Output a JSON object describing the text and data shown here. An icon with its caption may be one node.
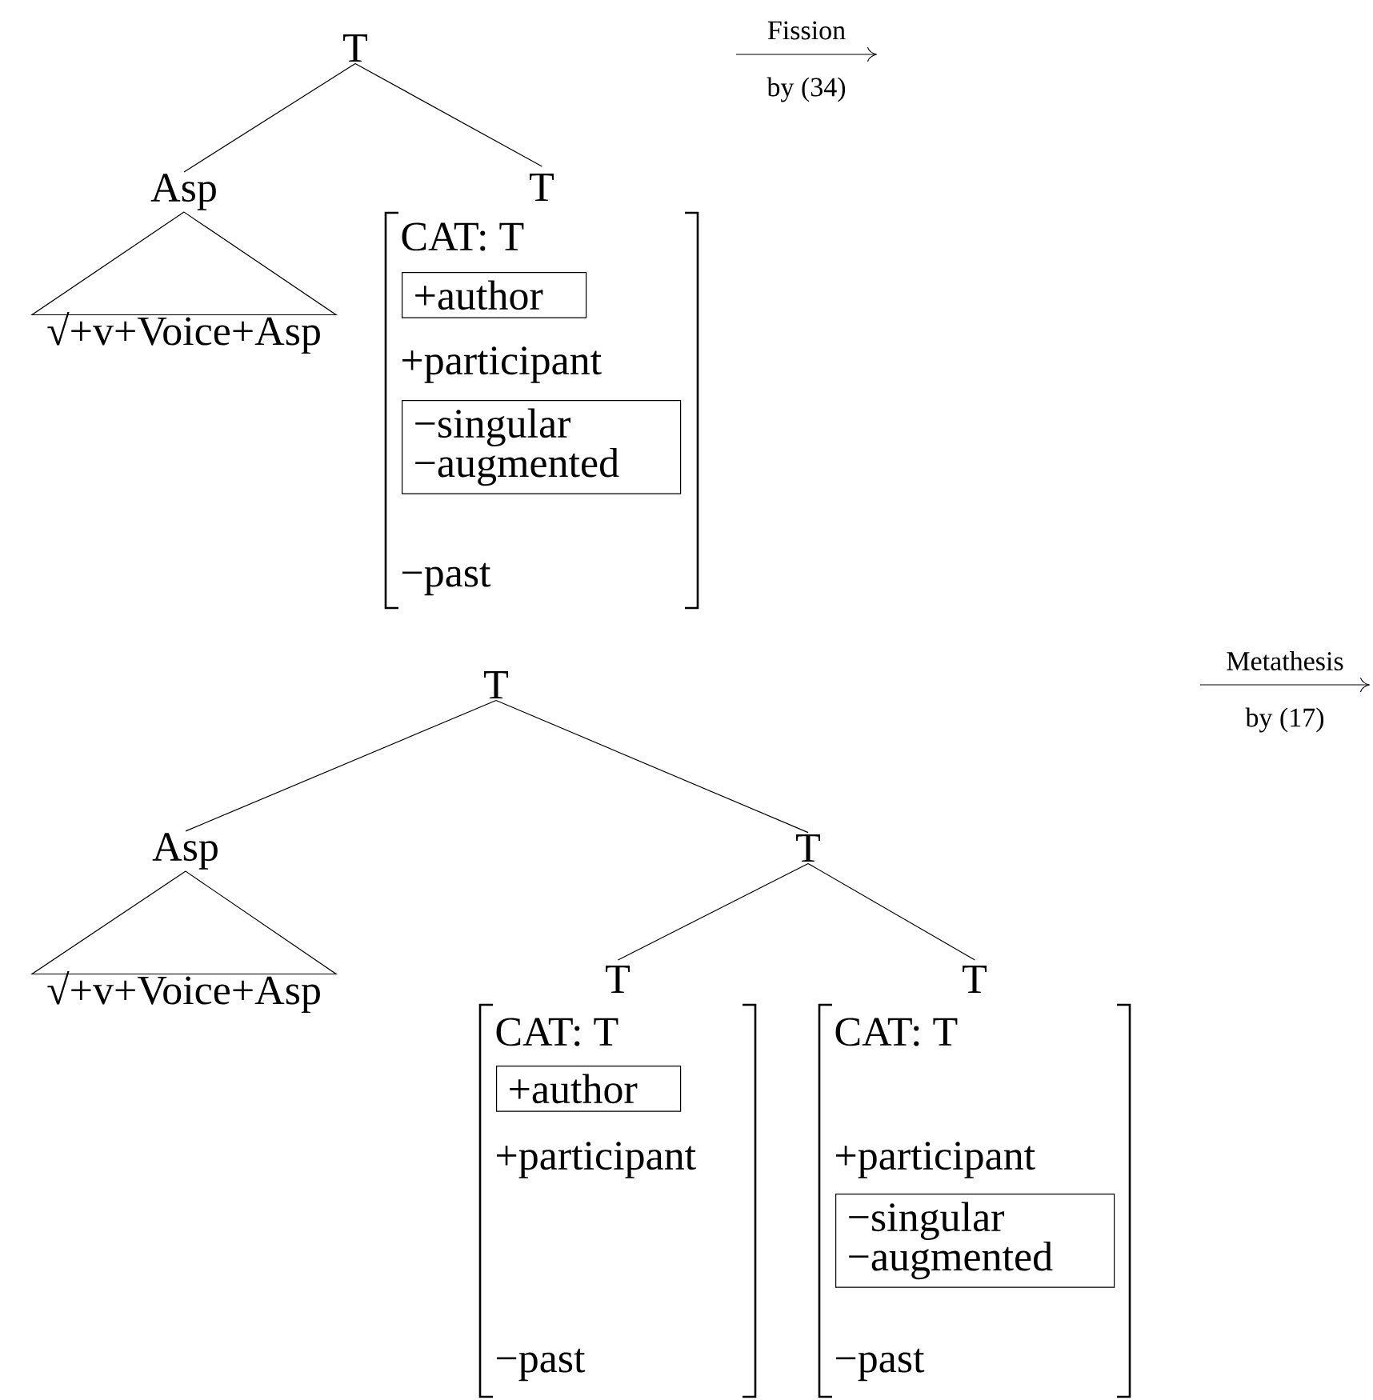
{
  "diagram": {
    "nodes": [
      {
        "text": [
          "T"
        ]
      },
      {
        "text": [
          "Asp"
        ]
      },
      {
        "text": [
          "√+v+Voice+Asp"
        ]
      },
      {
        "text": [
          "T",
          "CAT: T",
          "+participant",
          "−past"
        ]
      },
      {
        "text": [
          "+author"
        ],
        "in": 3
      },
      {
        "text": [
          "−singular −augmented"
        ],
        "in": 3
      },
      {
        "text": [
          "T"
        ]
      },
      {
        "text": [
          "Asp"
        ]
      },
      {
        "text": [
          "√+v+Voice+Asp"
        ]
      },
      {
        "text": [
          "T"
        ]
      },
      {
        "text": [
          "T",
          "CAT: T",
          "+participant",
          "−past"
        ]
      },
      {
        "text": [
          "+author"
        ],
        "in": 10
      },
      {
        "text": [
          "T",
          "CAT: T",
          "+participant",
          "−past"
        ]
      },
      {
        "text": [
          "−singular −augmented"
        ],
        "in": 12
      }
    ],
    "edges": [
      {
        "from": 0,
        "to": 1,
        "arrow": "none"
      },
      {
        "from": 0,
        "to": 3,
        "arrow": "none"
      },
      {
        "from": 1,
        "to": 2,
        "arrow": "none"
      },
      {
        "from": 6,
        "to": 7,
        "arrow": "none"
      },
      {
        "from": 6,
        "to": 9,
        "arrow": "none"
      },
      {
        "from": 7,
        "to": 8,
        "arrow": "none"
      },
      {
        "from": 9,
        "to": 10,
        "arrow": "none"
      },
      {
        "from": 9,
        "to": 12,
        "arrow": "none"
      }
    ],
    "labels": [
      "Fission",
      "by (34)",
      "Metathesis",
      "by (17)"
    ]
  }
}
